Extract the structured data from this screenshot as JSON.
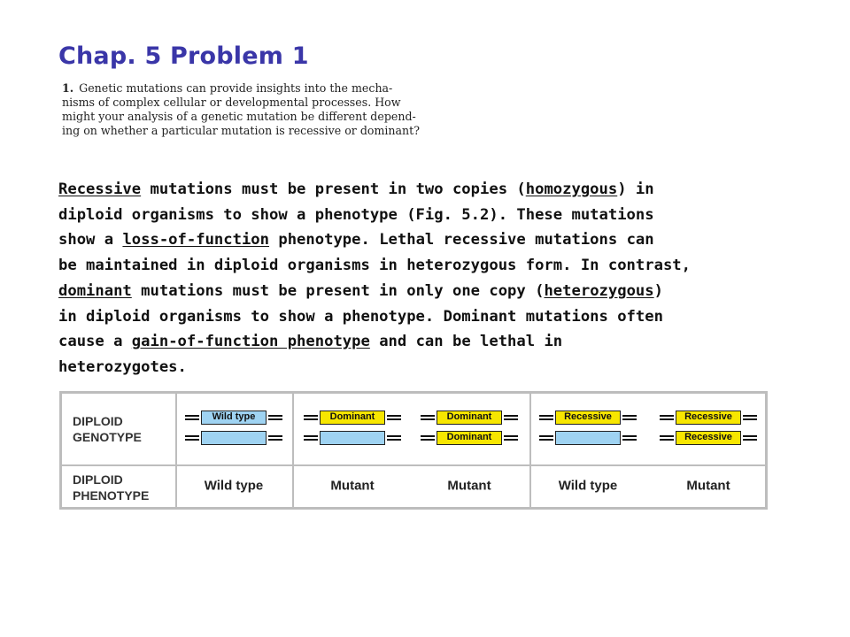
{
  "slide": {
    "title": "Chap. 5 Problem 1"
  },
  "question": {
    "number": "1.",
    "lines": [
      "Genetic mutations can provide insights into the mecha-",
      "nisms of complex cellular or developmental processes. How",
      "might your analysis of a genetic mutation be different depend-",
      "ing on whether a particular mutation is recessive or dominant?"
    ]
  },
  "answer": {
    "lines": [
      [
        {
          "t": "Recessive",
          "u": true
        },
        {
          "t": " mutations must be present in two copies ("
        },
        {
          "t": "homozygous",
          "u": true
        },
        {
          "t": ") in"
        }
      ],
      [
        {
          "t": "diploid organisms to show a phenotype (Fig. 5.2). These mutations"
        }
      ],
      [
        {
          "t": "show a "
        },
        {
          "t": "loss-of-function",
          "u": true
        },
        {
          "t": " phenotype. Lethal recessive mutations can"
        }
      ],
      [
        {
          "t": "be maintained in diploid organisms in heterozygous form. In contrast,"
        }
      ],
      [
        {
          "t": "dominant",
          "u": true
        },
        {
          "t": " mutations must be present in only one copy ("
        },
        {
          "t": "heterozygous",
          "u": true
        },
        {
          "t": ")"
        }
      ],
      [
        {
          "t": "in diploid organisms to show a phenotype. Dominant mutations often"
        }
      ],
      [
        {
          "t": "cause a "
        },
        {
          "t": "gain-of-function phenotype",
          "u": true
        },
        {
          "t": " and can be lethal in"
        }
      ],
      [
        {
          "t": "heterozygotes."
        }
      ]
    ]
  },
  "figure": {
    "genotype_label_1": "DIPLOID",
    "genotype_label_2": "GENOTYPE",
    "phenotype_label_1": "DIPLOID",
    "phenotype_label_2": "PHENOTYPE",
    "genotypes": [
      {
        "top": "Wild type",
        "top_style": "wt",
        "bottom": "",
        "bottom_style": "wt",
        "phenotype": "Wild type"
      },
      {
        "top": "Dominant",
        "top_style": "yel",
        "bottom": "",
        "bottom_style": "wt",
        "phenotype": "Mutant"
      },
      {
        "top": "Dominant",
        "top_style": "yel",
        "bottom": "Dominant",
        "bottom_style": "yel",
        "phenotype": "Mutant"
      },
      {
        "top": "Recessive",
        "top_style": "yel",
        "bottom": "",
        "bottom_style": "wt",
        "phenotype": "Wild type"
      },
      {
        "top": "Recessive",
        "top_style": "yel",
        "bottom": "Recessive",
        "bottom_style": "yel",
        "phenotype": "Mutant"
      }
    ],
    "colors": {
      "wild_type": "#9fd3f2",
      "mutant_allele": "#f7e600",
      "border": "#bdbdbd",
      "title": "#3a36a8"
    }
  }
}
